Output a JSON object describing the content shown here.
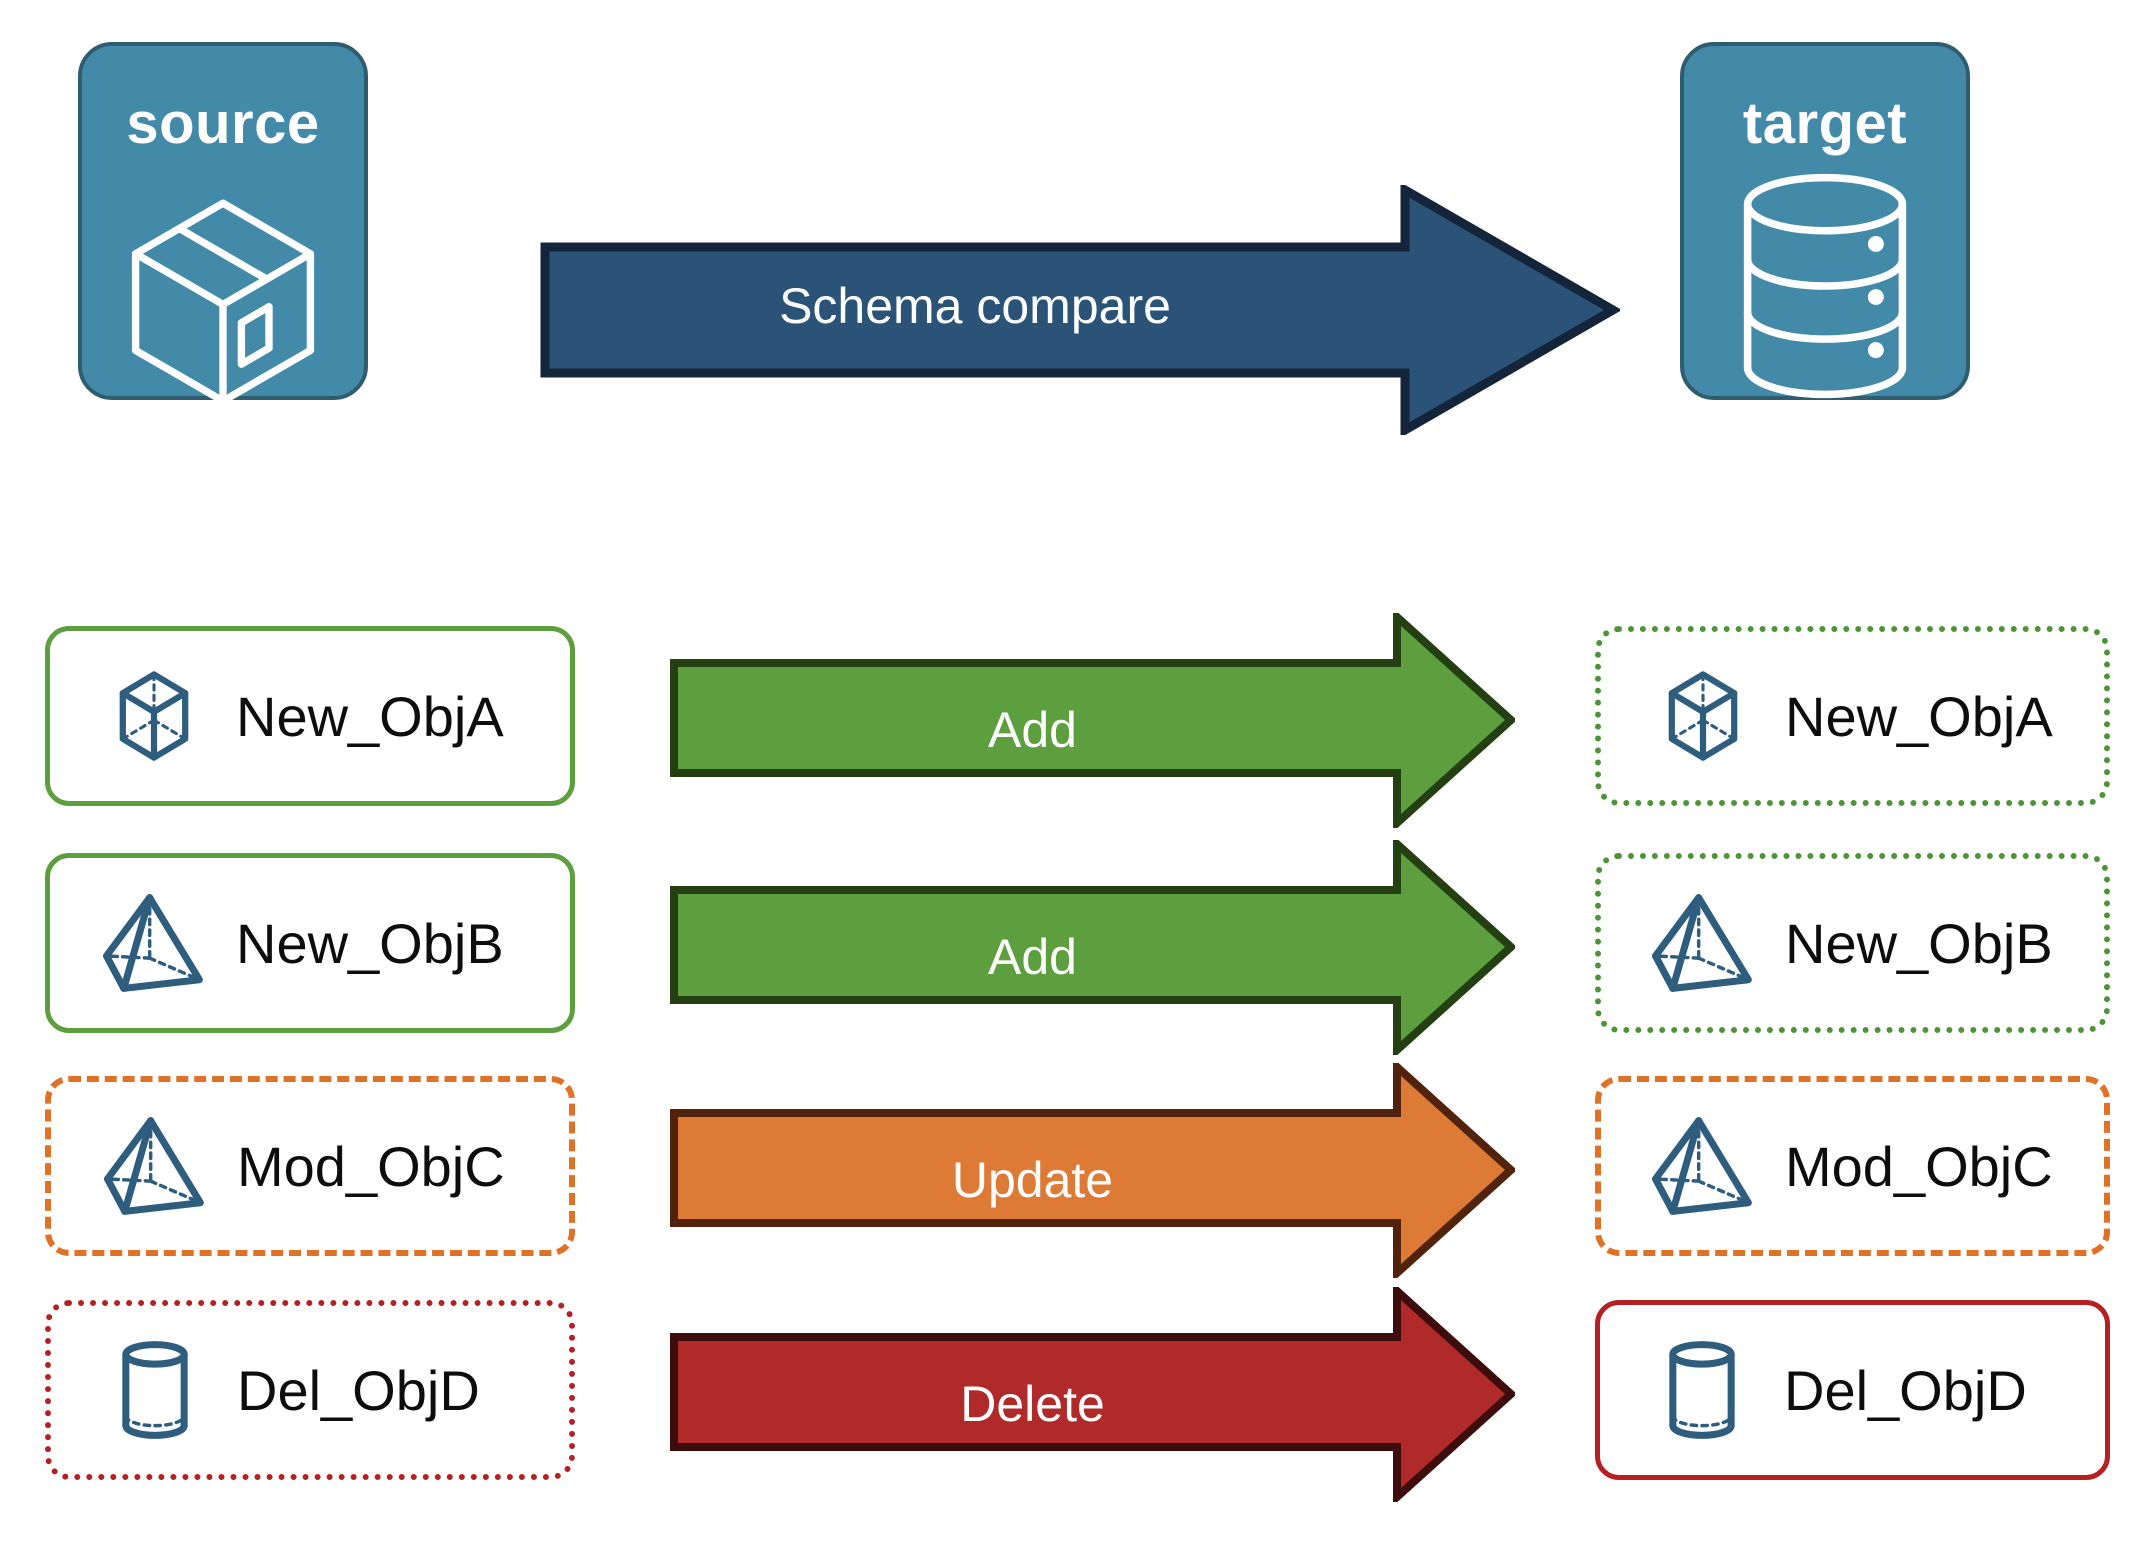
{
  "diagram": {
    "title": "Schema compare source to target",
    "colors": {
      "endpoint_fill": "#4389a8",
      "endpoint_border": "#2f5d70",
      "compare_arrow_fill": "#2b5378",
      "compare_arrow_border": "#14243a",
      "add_fill": "#5d9e3f",
      "add_border": "#243f12",
      "update_fill": "#dd7a35",
      "update_border": "#51220c",
      "delete_fill": "#b02a2a",
      "delete_border": "#3d0c0c",
      "icon_stroke": "#2f5d7d",
      "label_text": "#0d0d0d",
      "arrow_text": "#ffffff"
    },
    "endpoints": {
      "source": {
        "label": "source",
        "icon": "package-box-icon"
      },
      "target": {
        "label": "target",
        "icon": "database-cylinder-icon"
      }
    },
    "compare_arrow": {
      "label": "Schema compare",
      "icon": "right-arrow-icon"
    },
    "rows": [
      {
        "action": "Add",
        "action_icon": "right-arrow-icon",
        "source": {
          "name": "New_ObjA",
          "icon": "wireframe-cube-icon",
          "border_style": "solid",
          "border_color": "#5d9e3f"
        },
        "target": {
          "name": "New_ObjA",
          "icon": "wireframe-cube-icon",
          "border_style": "dotted",
          "border_color": "#4f9338"
        }
      },
      {
        "action": "Add",
        "action_icon": "right-arrow-icon",
        "source": {
          "name": "New_ObjB",
          "icon": "wireframe-pyramid-icon",
          "border_style": "solid",
          "border_color": "#5d9e3f"
        },
        "target": {
          "name": "New_ObjB",
          "icon": "wireframe-pyramid-icon",
          "border_style": "dotted",
          "border_color": "#4f9338"
        }
      },
      {
        "action": "Update",
        "action_icon": "right-arrow-icon",
        "source": {
          "name": "Mod_ObjC",
          "icon": "wireframe-pyramid-icon",
          "border_style": "dashed",
          "border_color": "#df7227"
        },
        "target": {
          "name": "Mod_ObjC",
          "icon": "wireframe-pyramid-icon",
          "border_style": "dashed",
          "border_color": "#df7227"
        }
      },
      {
        "action": "Delete",
        "action_icon": "right-arrow-icon",
        "source": {
          "name": "Del_ObjD",
          "icon": "wireframe-cylinder-icon",
          "border_style": "dotted",
          "border_color": "#b52025"
        },
        "target": {
          "name": "Del_ObjD",
          "icon": "wireframe-cylinder-icon",
          "border_style": "solid",
          "border_color": "#b52025"
        }
      }
    ]
  }
}
